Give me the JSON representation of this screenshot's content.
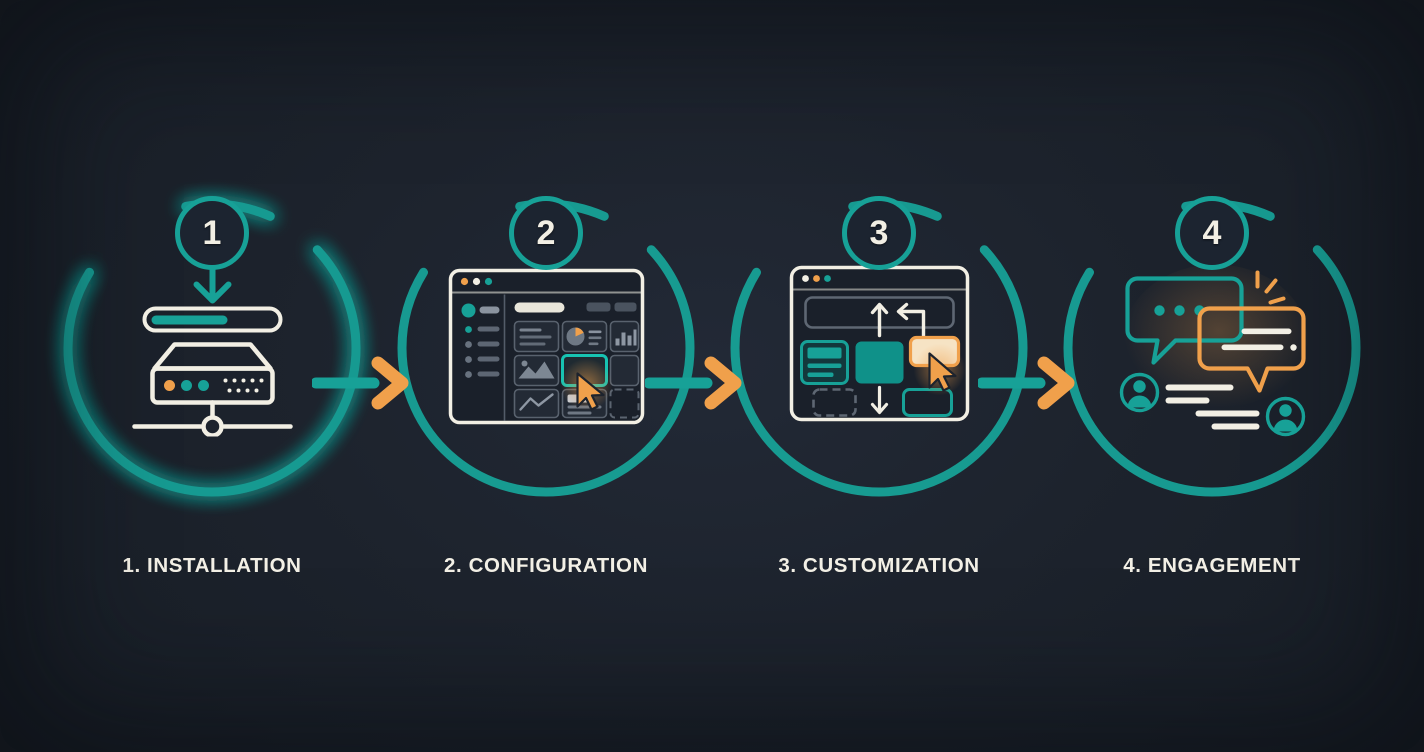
{
  "diagram": {
    "title_visible": false,
    "background_color": "#1d232d",
    "accent_teal": "#17a197",
    "accent_orange": "#f0a04b",
    "cream": "#f2efe4",
    "type": "4-step horizontal process flow"
  },
  "steps": [
    {
      "number": "1",
      "label": "1. INSTALLATION",
      "icon_name": "server-install-icon",
      "icon_parts": [
        "download-arrow",
        "progress-bar",
        "server-device",
        "network-node"
      ],
      "progress_fill_percent": 62,
      "led_colors": [
        "#f0a04b",
        "#17a197",
        "#17a197"
      ]
    },
    {
      "number": "2",
      "label": "2. CONFIGURATION",
      "icon_name": "dashboard-window-icon",
      "icon_parts": [
        "browser-window",
        "sidebar-menu",
        "widget-grid",
        "selected-card",
        "mouse-cursor"
      ],
      "window_dots": [
        "#f0a04b",
        "#f2efe4",
        "#17a197"
      ],
      "sidebar_items": 5,
      "widget_cards": [
        "text-card",
        "pie-chart-card",
        "bar-chart-card",
        "image-card",
        "selected-card",
        "empty-card",
        "line-chart-card",
        "content-card",
        "dashed-placeholder"
      ]
    },
    {
      "number": "3",
      "label": "3. CUSTOMIZATION",
      "icon_name": "drag-drop-layout-icon",
      "icon_parts": [
        "window-frame",
        "header-bar",
        "move-arrows",
        "teal-card",
        "teal-block",
        "dragged-block",
        "dashed-dropzone",
        "outlined-block",
        "mouse-cursor"
      ],
      "window_dots": [
        "#f2efe4",
        "#f0a04b",
        "#17a197"
      ]
    },
    {
      "number": "4",
      "label": "4. ENGAGEMENT",
      "icon_name": "chat-engagement-icon",
      "icon_parts": [
        "teal-speech-bubble",
        "orange-speech-bubble",
        "sparkle-rays",
        "user-avatar-left",
        "user-avatar-right",
        "message-lines"
      ],
      "typing_dots": 3
    }
  ],
  "connectors": [
    {
      "name": "arrow-step1-to-step2",
      "line_color": "#17a197",
      "head_color": "#f0a04b"
    },
    {
      "name": "arrow-step2-to-step3",
      "line_color": "#17a197",
      "head_color": "#f0a04b"
    },
    {
      "name": "arrow-step3-to-step4",
      "line_color": "#17a197",
      "head_color": "#f0a04b"
    }
  ]
}
